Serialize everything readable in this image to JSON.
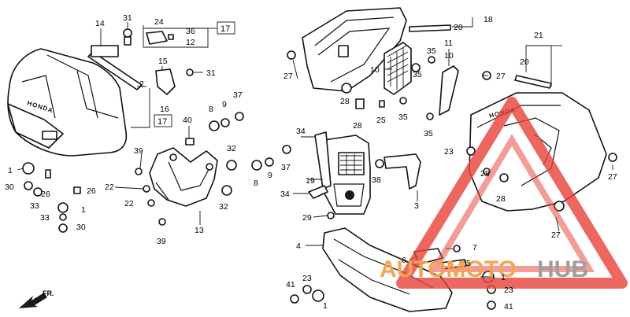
{
  "diagram": {
    "part_numbers": [
      {
        "id": "p14",
        "text": "14"
      },
      {
        "id": "p31a",
        "text": "31"
      },
      {
        "id": "p24",
        "text": "24"
      },
      {
        "id": "p36",
        "text": "36"
      },
      {
        "id": "p12",
        "text": "12"
      },
      {
        "id": "p17a",
        "text": "17"
      },
      {
        "id": "p15",
        "text": "15"
      },
      {
        "id": "p31b",
        "text": "31"
      },
      {
        "id": "p2",
        "text": "2"
      },
      {
        "id": "p16",
        "text": "16"
      },
      {
        "id": "p17b",
        "text": "17"
      },
      {
        "id": "p37a",
        "text": "37"
      },
      {
        "id": "p8a",
        "text": "8"
      },
      {
        "id": "p9a",
        "text": "9"
      },
      {
        "id": "p40",
        "text": "40"
      },
      {
        "id": "p32a",
        "text": "32"
      },
      {
        "id": "p39a",
        "text": "39"
      },
      {
        "id": "p22a",
        "text": "22"
      },
      {
        "id": "p22b",
        "text": "22"
      },
      {
        "id": "p32b",
        "text": "32"
      },
      {
        "id": "p13",
        "text": "13"
      },
      {
        "id": "p39b",
        "text": "39"
      },
      {
        "id": "p1a",
        "text": "1"
      },
      {
        "id": "p30a",
        "text": "30"
      },
      {
        "id": "p26a",
        "text": "26"
      },
      {
        "id": "p33a",
        "text": "33"
      },
      {
        "id": "p26b",
        "text": "26"
      },
      {
        "id": "p1b",
        "text": "1"
      },
      {
        "id": "p33b",
        "text": "33"
      },
      {
        "id": "p30b",
        "text": "30"
      },
      {
        "id": "p18",
        "text": "18"
      },
      {
        "id": "p20a",
        "text": "20"
      },
      {
        "id": "p27a",
        "text": "27"
      },
      {
        "id": "p11",
        "text": "11"
      },
      {
        "id": "p10a",
        "text": "10"
      },
      {
        "id": "p35a",
        "text": "35"
      },
      {
        "id": "p10b",
        "text": "10"
      },
      {
        "id": "p35b",
        "text": "35"
      },
      {
        "id": "p28a",
        "text": "28"
      },
      {
        "id": "p28b",
        "text": "28"
      },
      {
        "id": "p25",
        "text": "25"
      },
      {
        "id": "p35c",
        "text": "35"
      },
      {
        "id": "p35d",
        "text": "35"
      },
      {
        "id": "p21",
        "text": "21"
      },
      {
        "id": "p20b",
        "text": "20"
      },
      {
        "id": "p27b",
        "text": "27"
      },
      {
        "id": "p34a",
        "text": "34"
      },
      {
        "id": "p37b",
        "text": "37"
      },
      {
        "id": "p8b",
        "text": "8"
      },
      {
        "id": "p9b",
        "text": "9"
      },
      {
        "id": "p19",
        "text": "19"
      },
      {
        "id": "p38",
        "text": "38"
      },
      {
        "id": "p34b",
        "text": "34"
      },
      {
        "id": "p3",
        "text": "3"
      },
      {
        "id": "p29",
        "text": "29"
      },
      {
        "id": "p23a",
        "text": "23"
      },
      {
        "id": "p28c",
        "text": "28"
      },
      {
        "id": "p28d",
        "text": "28"
      },
      {
        "id": "p27c",
        "text": "27"
      },
      {
        "id": "p27d",
        "text": "27"
      },
      {
        "id": "p4",
        "text": "4"
      },
      {
        "id": "p7",
        "text": "7"
      },
      {
        "id": "p6",
        "text": "6"
      },
      {
        "id": "p5",
        "text": "5"
      },
      {
        "id": "p41a",
        "text": "41"
      },
      {
        "id": "p23b",
        "text": "23"
      },
      {
        "id": "p1c",
        "text": "1"
      },
      {
        "id": "p1d",
        "text": "1"
      },
      {
        "id": "p23c",
        "text": "23"
      },
      {
        "id": "p41b",
        "text": "41"
      }
    ],
    "brand_labels": [
      "HONDA",
      "HONDA"
    ],
    "front_arrow_label": "FR.",
    "watermark": {
      "part1": "AUTOMOTO",
      "part2": "HUB",
      "color_orange": "#f5a04a",
      "color_gray": "#9a9a9a",
      "triangle_color": "#e8433a"
    }
  }
}
